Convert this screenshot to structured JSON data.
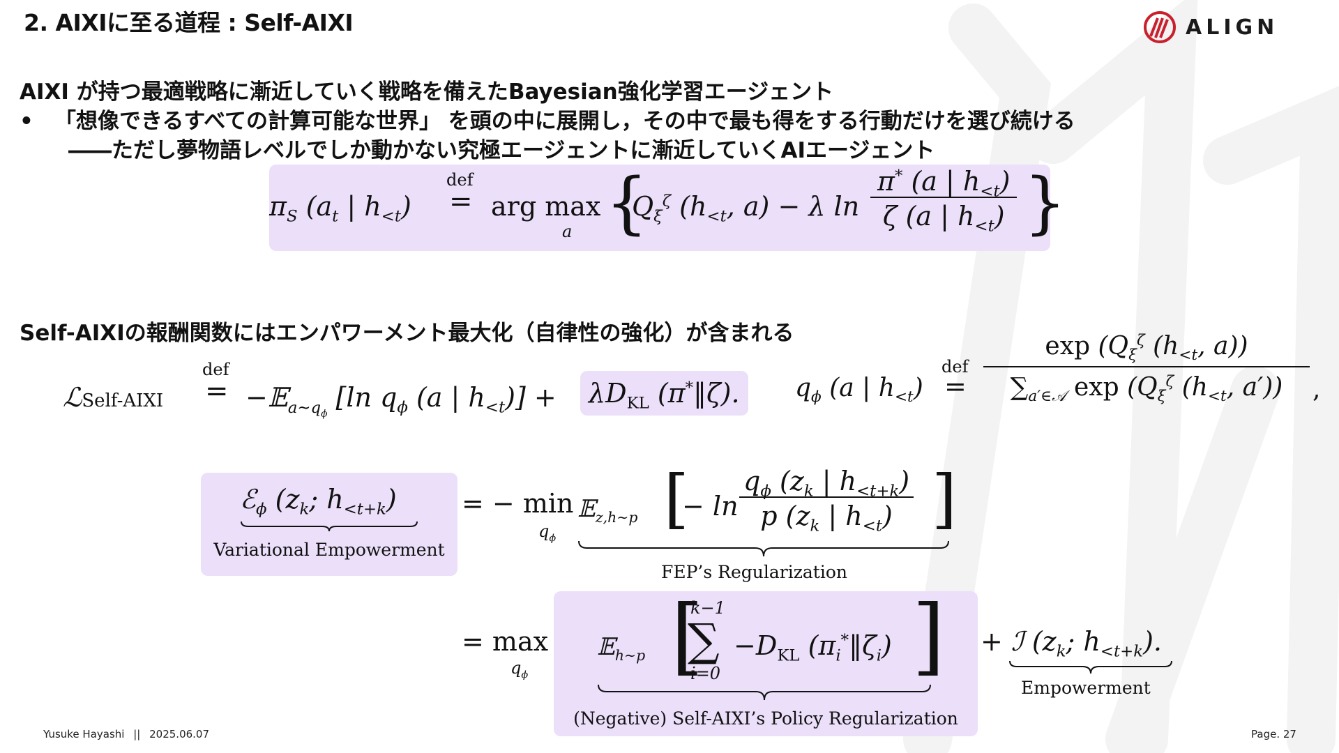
{
  "header": {
    "title": "2. AIXIに至る道程 : Self-AIXI",
    "logo_text": "ALIGN"
  },
  "intro": {
    "headline": "AIXI が持つ最適戦略に漸近していく戦略を備えたBayesian強化学習エージェント",
    "bullet": "「想像できるすべての計算可能な世界」 を頭の中に展開し，その中で最も得をする行動だけを選び続ける",
    "subline": "――ただし夢物語レベルでしか動かない究極エージェントに漸近していくAIエージェント"
  },
  "section2": {
    "headline": "Self-AIXIの報酬関数にはエンパワーメント最大化（自律性の強化）が含まれる"
  },
  "labels": {
    "variational_empowerment": "Variational Empowerment",
    "fep_regularization": "FEP’s Regularization",
    "policy_regularization": "(Negative) Self-AIXI’s Policy Regularization",
    "empowerment": "Empowerment"
  },
  "footer": {
    "author": "Yusuke Hayashi",
    "separator": "||",
    "date": "2025.06.07",
    "page": "Page. 27"
  },
  "colors": {
    "highlight": "#ebdff9",
    "watermark": "#f3f3f3",
    "logo_red": "#c8202d"
  }
}
